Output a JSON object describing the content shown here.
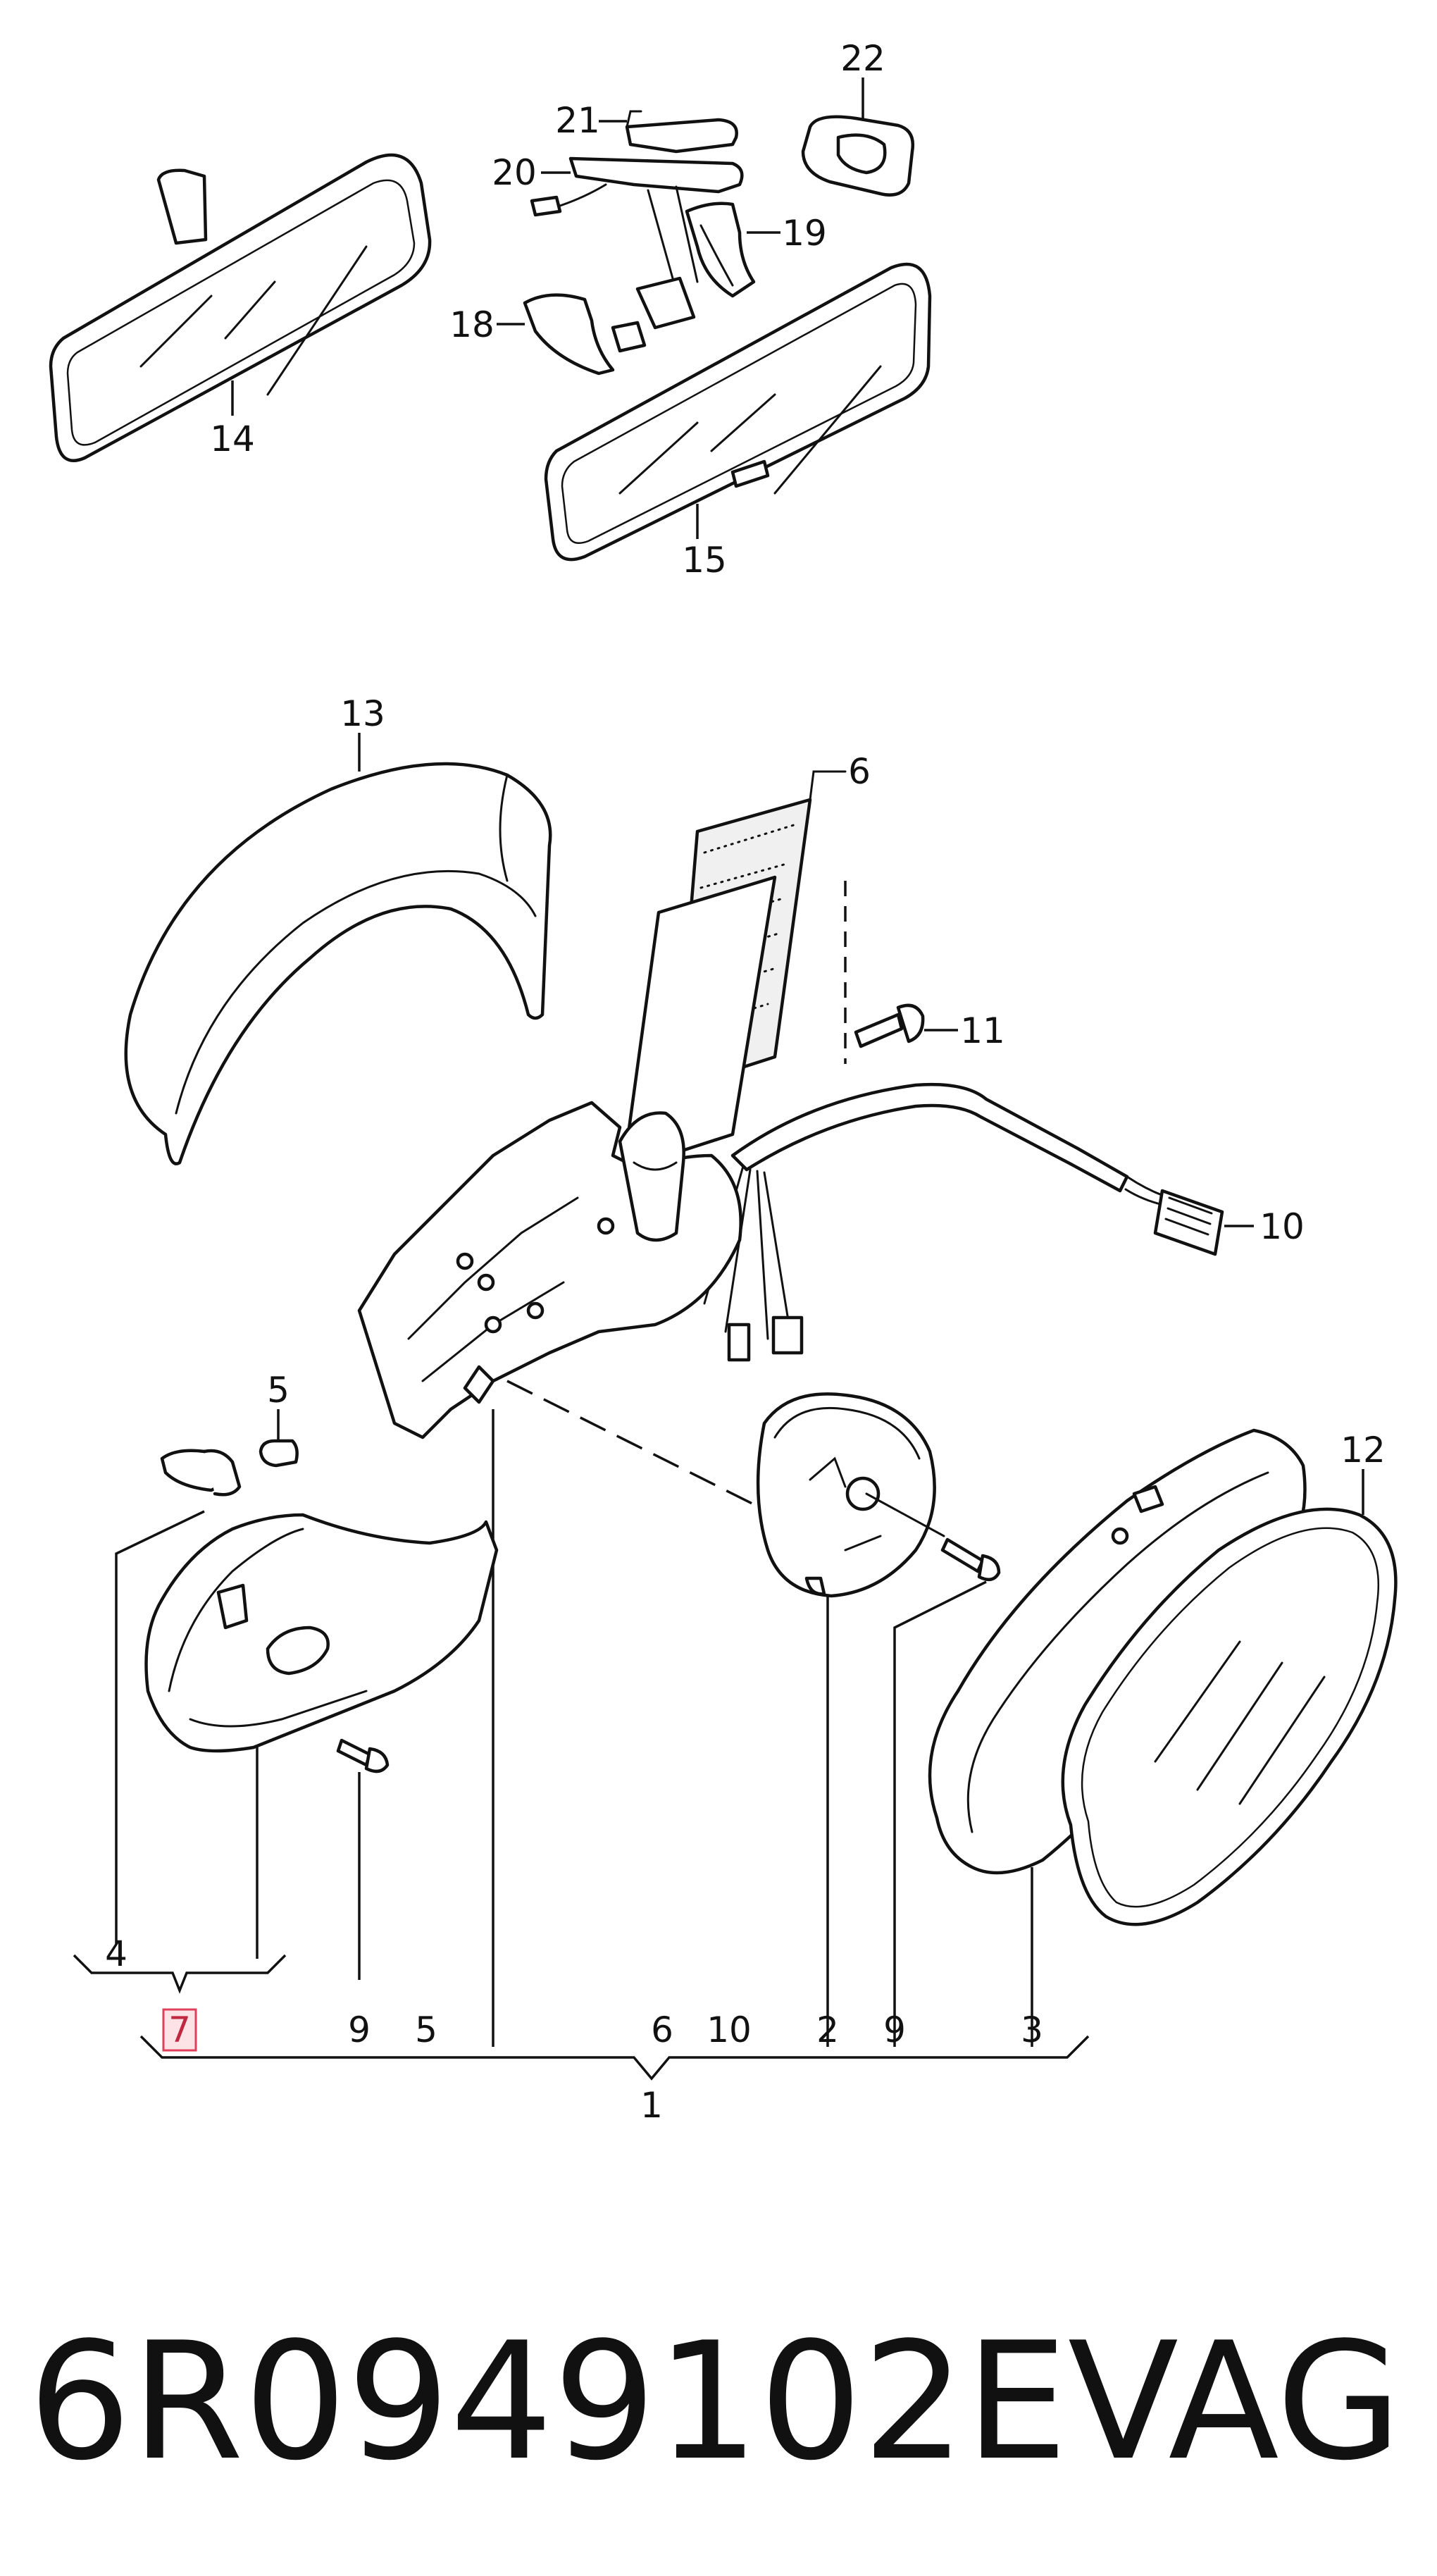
{
  "callouts": {
    "c22": "22",
    "c21": "21",
    "c20": "20",
    "c19": "19",
    "c18": "18",
    "c14": "14",
    "c15": "15",
    "c13": "13",
    "c6": "6",
    "c11": "11",
    "c10": "10",
    "c5": "5",
    "c12": "12"
  },
  "bottom_labels": {
    "b4": "4",
    "b7": "7",
    "b9a": "9",
    "b5": "5",
    "b6": "6",
    "b10": "10",
    "b2": "2",
    "b9b": "9",
    "b3": "3",
    "b1": "1"
  },
  "highlight_color": "#e0405a",
  "footer": {
    "part_number": "6R0949102E",
    "brand": "VAG"
  }
}
